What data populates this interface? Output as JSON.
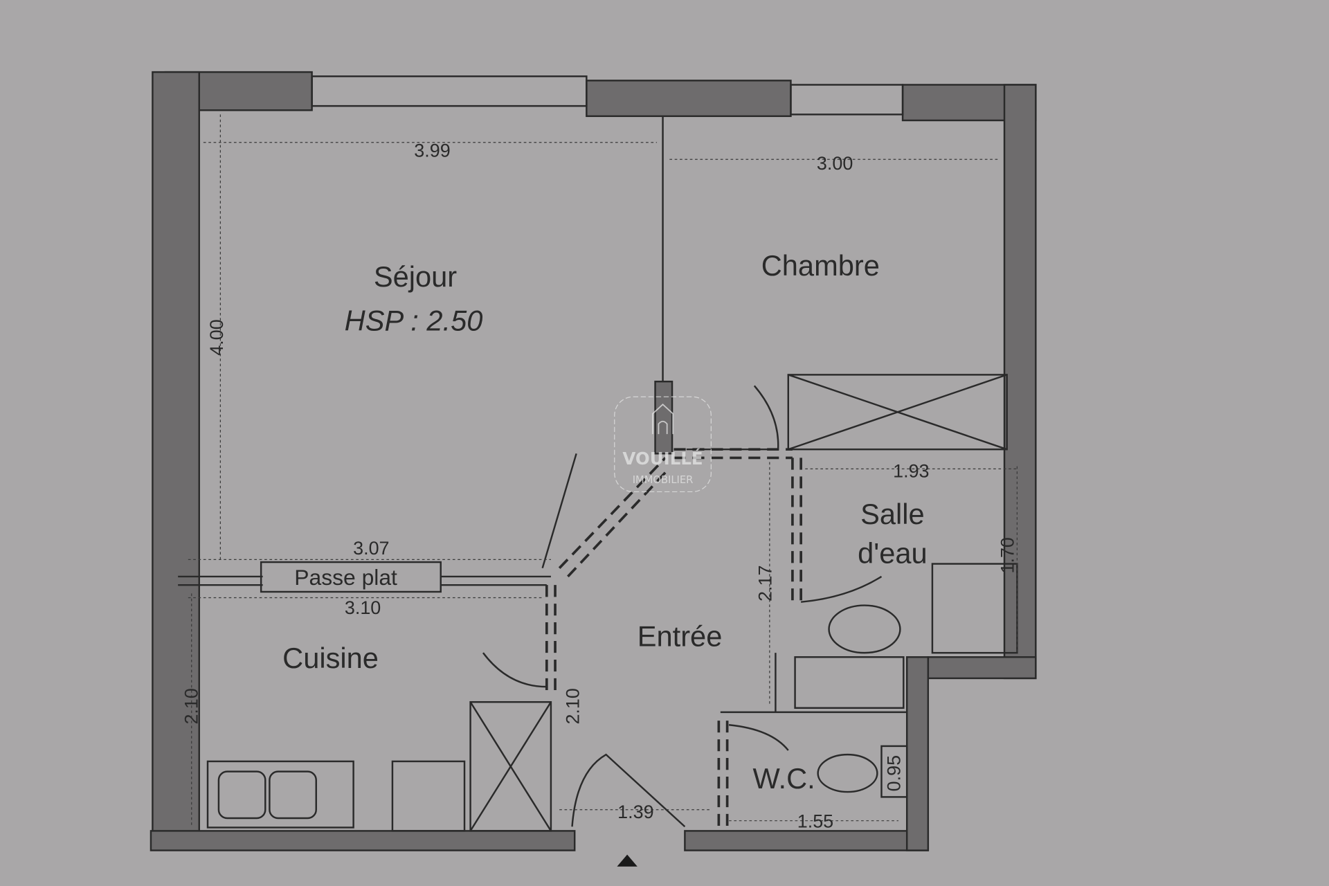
{
  "rooms": {
    "sejour": "Séjour",
    "sejour_height": "HSP : 2.50",
    "chambre": "Chambre",
    "salle_line1": "Salle",
    "salle_line2": "d'eau",
    "cuisine": "Cuisine",
    "entree": "Entrée",
    "wc": "W.C.",
    "passe_plat": "Passe plat"
  },
  "dimensions": {
    "sejour_width": "3.99",
    "sejour_depth": "4.00",
    "chambre_width": "3.00",
    "salle_width": "1.93",
    "salle_depth": "1.70",
    "sejour_bottom": "3.07",
    "cuisine_width": "3.10",
    "cuisine_depth": "2.10",
    "entree_depth": "2.10",
    "corridor_depth": "2.17",
    "entree_width": "1.39",
    "wc_width": "1.55",
    "wc_depth": "0.95"
  },
  "watermark": {
    "line1": "VOUILLÉ",
    "line2": "IMMOBILIER"
  },
  "colors": {
    "paper": "#a9a7a8",
    "wall": "#6e6c6d",
    "ink": "#2a2a2a"
  }
}
